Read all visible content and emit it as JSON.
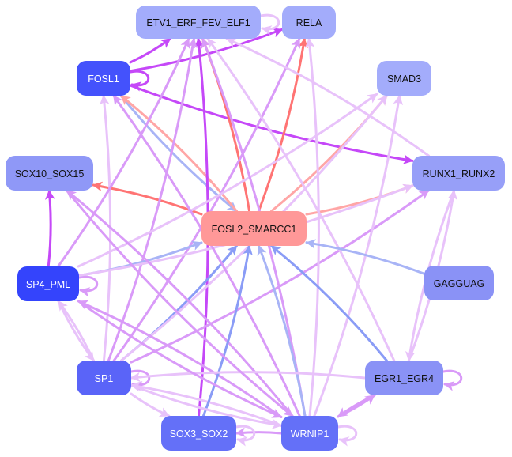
{
  "title": "Regulatory network",
  "colors": {
    "hub_fill": "#ff9898",
    "strong_blue": "#3c48ff",
    "mid_blue": "#5a66f8",
    "light_blue": "#8a92f6",
    "pale_blue": "#a3acfb",
    "edge_red": "#ff7474",
    "edge_salmon": "#ffa6a6",
    "edge_purple": "#c548f8",
    "edge_violet": "#d99af8",
    "edge_lilac": "#e8c2fa",
    "edge_blue": "#8a9cf6",
    "edge_pale_blue": "#a8b4f6"
  },
  "nodes": [
    {
      "id": "ETV1_ERF_FEV_ELF1",
      "label": "ETV1_ERF_FEV_ELF1",
      "fill": "#a3acfb",
      "text": "#111111"
    },
    {
      "id": "RELA",
      "label": "RELA",
      "fill": "#a3acfb",
      "text": "#111111"
    },
    {
      "id": "FOSL1",
      "label": "FOSL1",
      "fill": "#4452fc",
      "text": "#ffffff"
    },
    {
      "id": "SMAD3",
      "label": "SMAD3",
      "fill": "#a3acfb",
      "text": "#111111"
    },
    {
      "id": "SOX10_SOX15",
      "label": "SOX10_SOX15",
      "fill": "#8f98f7",
      "text": "#111111"
    },
    {
      "id": "RUNX1_RUNX2",
      "label": "RUNX1_RUNX2",
      "fill": "#979ff8",
      "text": "#111111"
    },
    {
      "id": "FOSL2_SMARCC1",
      "label": "FOSL2_SMARCC1",
      "fill": "#ff9898",
      "text": "#111111"
    },
    {
      "id": "SP4_PML",
      "label": "SP4_PML",
      "fill": "#3444fc",
      "text": "#ffffff"
    },
    {
      "id": "GAGGUAG",
      "label": "GAGGUAG",
      "fill": "#8a92f6",
      "text": "#111111"
    },
    {
      "id": "SP1",
      "label": "SP1",
      "fill": "#5a64f8",
      "text": "#ffffff"
    },
    {
      "id": "EGR1_EGR4",
      "label": "EGR1_EGR4",
      "fill": "#8a92f6",
      "text": "#111111"
    },
    {
      "id": "SOX3_SOX2",
      "label": "SOX3_SOX2",
      "fill": "#6470f8",
      "text": "#ffffff"
    },
    {
      "id": "WRNIP1",
      "label": "WRNIP1",
      "fill": "#6470f8",
      "text": "#ffffff"
    }
  ],
  "edges": [
    {
      "from": "FOSL1",
      "to": "ETV1_ERF_FEV_ELF1",
      "color": "#c548f8"
    },
    {
      "from": "FOSL1",
      "to": "RELA",
      "color": "#c548f8"
    },
    {
      "from": "FOSL1",
      "to": "FOSL1",
      "color": "#c548f8"
    },
    {
      "from": "FOSL1",
      "to": "RUNX1_RUNX2",
      "color": "#c548f8"
    },
    {
      "from": "FOSL1",
      "to": "FOSL2_SMARCC1",
      "color": "#a8b4f6"
    },
    {
      "from": "ETV1_ERF_FEV_ELF1",
      "to": "ETV1_ERF_FEV_ELF1",
      "color": "#e8c2fa"
    },
    {
      "from": "FOSL2_SMARCC1",
      "to": "ETV1_ERF_FEV_ELF1",
      "color": "#ff7474"
    },
    {
      "from": "FOSL2_SMARCC1",
      "to": "RELA",
      "color": "#ff7474"
    },
    {
      "from": "FOSL2_SMARCC1",
      "to": "SMAD3",
      "color": "#ffa6a6"
    },
    {
      "from": "FOSL2_SMARCC1",
      "to": "SOX10_SOX15",
      "color": "#ff7474"
    },
    {
      "from": "FOSL2_SMARCC1",
      "to": "RUNX1_RUNX2",
      "color": "#ffa6a6"
    },
    {
      "from": "FOSL2_SMARCC1",
      "to": "FOSL1",
      "color": "#ffa6a6"
    },
    {
      "from": "SOX3_SOX2",
      "to": "ETV1_ERF_FEV_ELF1",
      "color": "#c548f8"
    },
    {
      "from": "SP1",
      "to": "ETV1_ERF_FEV_ELF1",
      "color": "#d99af8"
    },
    {
      "from": "SP1",
      "to": "RELA",
      "color": "#d99af8"
    },
    {
      "from": "SP1",
      "to": "FOSL1",
      "color": "#e8c2fa"
    },
    {
      "from": "SP1",
      "to": "SP1",
      "color": "#d99af8"
    },
    {
      "from": "SP1",
      "to": "FOSL2_SMARCC1",
      "color": "#8a9cf6"
    },
    {
      "from": "SP1",
      "to": "SOX3_SOX2",
      "color": "#e8c2fa"
    },
    {
      "from": "SP1",
      "to": "SMAD3",
      "color": "#e8c2fa"
    },
    {
      "from": "SP1",
      "to": "RUNX1_RUNX2",
      "color": "#d99af8"
    },
    {
      "from": "SP1",
      "to": "SP4_PML",
      "color": "#e8c2fa"
    },
    {
      "from": "SP4_PML",
      "to": "ETV1_ERF_FEV_ELF1",
      "color": "#d99af8"
    },
    {
      "from": "SP4_PML",
      "to": "SP4_PML",
      "color": "#d99af8"
    },
    {
      "from": "SP4_PML",
      "to": "FOSL2_SMARCC1",
      "color": "#a8b4f6"
    },
    {
      "from": "SP4_PML",
      "to": "SMAD3",
      "color": "#e8c2fa"
    },
    {
      "from": "SP4_PML",
      "to": "RUNX1_RUNX2",
      "color": "#e8c2fa"
    },
    {
      "from": "SP4_PML",
      "to": "SOX10_SOX15",
      "color": "#c548f8"
    },
    {
      "from": "WRNIP1",
      "to": "ETV1_ERF_FEV_ELF1",
      "color": "#d99af8"
    },
    {
      "from": "WRNIP1",
      "to": "RELA",
      "color": "#e8c2fa"
    },
    {
      "from": "WRNIP1",
      "to": "FOSL1",
      "color": "#d99af8"
    },
    {
      "from": "WRNIP1",
      "to": "FOSL2_SMARCC1",
      "color": "#a8b4f6"
    },
    {
      "from": "WRNIP1",
      "to": "SOX10_SOX15",
      "color": "#d99af8"
    },
    {
      "from": "WRNIP1",
      "to": "SP4_PML",
      "color": "#d99af8"
    },
    {
      "from": "WRNIP1",
      "to": "SP1",
      "color": "#e8c2fa"
    },
    {
      "from": "WRNIP1",
      "to": "SOX3_SOX2",
      "color": "#d99af8"
    },
    {
      "from": "WRNIP1",
      "to": "WRNIP1",
      "color": "#e8c2fa"
    },
    {
      "from": "WRNIP1",
      "to": "SMAD3",
      "color": "#e8c2fa"
    },
    {
      "from": "WRNIP1",
      "to": "EGR1_EGR4",
      "color": "#d99af8"
    },
    {
      "from": "SOX3_SOX2",
      "to": "FOSL2_SMARCC1",
      "color": "#8a9cf6"
    },
    {
      "from": "SOX3_SOX2",
      "to": "SOX3_SOX2",
      "color": "#e8c2fa"
    },
    {
      "from": "EGR1_EGR4",
      "to": "FOSL2_SMARCC1",
      "color": "#8a9cf6"
    },
    {
      "from": "EGR1_EGR4",
      "to": "EGR1_EGR4",
      "color": "#d99af8"
    },
    {
      "from": "EGR1_EGR4",
      "to": "RUNX1_RUNX2",
      "color": "#e8c2fa"
    },
    {
      "from": "EGR1_EGR4",
      "to": "SP1",
      "color": "#e8c2fa"
    },
    {
      "from": "EGR1_EGR4",
      "to": "ETV1_ERF_FEV_ELF1",
      "color": "#e8c2fa"
    },
    {
      "from": "EGR1_EGR4",
      "to": "WRNIP1",
      "color": "#d99af8"
    },
    {
      "from": "RUNX1_RUNX2",
      "to": "EGR1_EGR4",
      "color": "#e8c2fa"
    },
    {
      "from": "GAGGUAG",
      "to": "FOSL2_SMARCC1",
      "color": "#a8b4f6"
    },
    {
      "from": "SOX10_SOX15",
      "to": "WRNIP1",
      "color": "#d99af8"
    },
    {
      "from": "SP4_PML",
      "to": "WRNIP1",
      "color": "#d99af8"
    },
    {
      "from": "SP4_PML",
      "to": "SP1",
      "color": "#e8c2fa"
    },
    {
      "from": "RUNX1_RUNX2",
      "to": "ETV1_ERF_FEV_ELF1",
      "color": "#e8c2fa"
    },
    {
      "from": "SP1",
      "to": "WRNIP1",
      "color": "#e8c2fa"
    }
  ]
}
